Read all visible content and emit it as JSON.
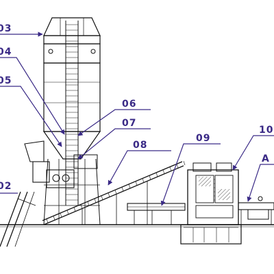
{
  "diagram": {
    "callouts": [
      {
        "id": "c03",
        "label": "03"
      },
      {
        "id": "c04",
        "label": "04"
      },
      {
        "id": "c05",
        "label": "05"
      },
      {
        "id": "c06",
        "label": "06"
      },
      {
        "id": "c07",
        "label": "07"
      },
      {
        "id": "c08",
        "label": "08"
      },
      {
        "id": "c09",
        "label": "09"
      },
      {
        "id": "c10",
        "label": "10"
      },
      {
        "id": "cA",
        "label": "A"
      },
      {
        "id": "c02",
        "label": "02"
      }
    ],
    "colors": {
      "drawing": "#111111",
      "callout": "#3a2a86",
      "background": "#ffffff"
    }
  }
}
